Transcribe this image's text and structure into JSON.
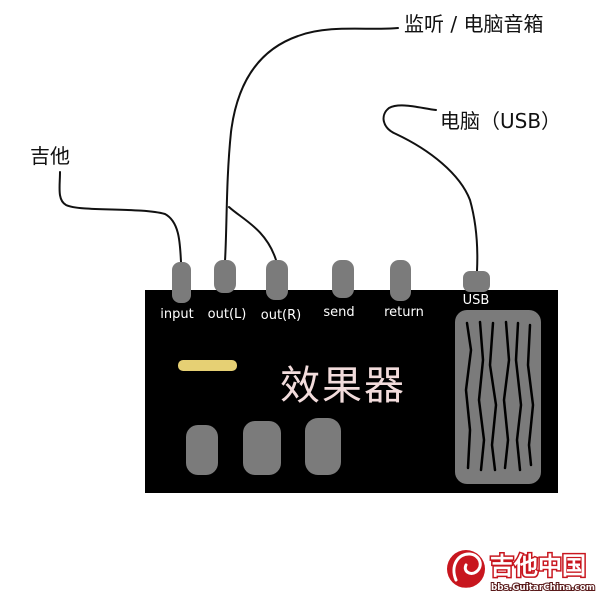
{
  "annotations": {
    "guitar": "吉他",
    "monitor": "监听 / 电脑音箱",
    "computer": "电脑（USB）"
  },
  "device": {
    "title": "效果器",
    "ports": {
      "input": "input",
      "out_l": "out(L)",
      "out_r": "out(R)",
      "send": "send",
      "return": "return",
      "usb": "USB"
    }
  },
  "watermark": {
    "brand": "吉他中国",
    "url": "bbs.GuitarChina.com"
  },
  "colors": {
    "device_body": "#000000",
    "jack": "#7b7b7b",
    "knob": "#7b7b7b",
    "grille": "#7b7b7b",
    "display_bar": "#e6d074",
    "title_text": "#f2dcdc",
    "cable": "#111111",
    "watermark_red": "#c8161e"
  }
}
